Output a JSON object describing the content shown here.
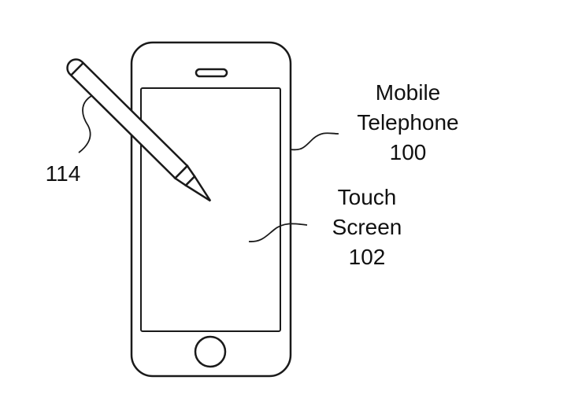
{
  "labels": {
    "phone": {
      "line1": "Mobile",
      "line2": "Telephone",
      "number": "100"
    },
    "screen": {
      "line1": "Touch",
      "line2": "Screen",
      "number": "102"
    },
    "stylus": {
      "number": "114"
    }
  },
  "colors": {
    "stroke": "#1a1a1a",
    "background": "#ffffff"
  }
}
